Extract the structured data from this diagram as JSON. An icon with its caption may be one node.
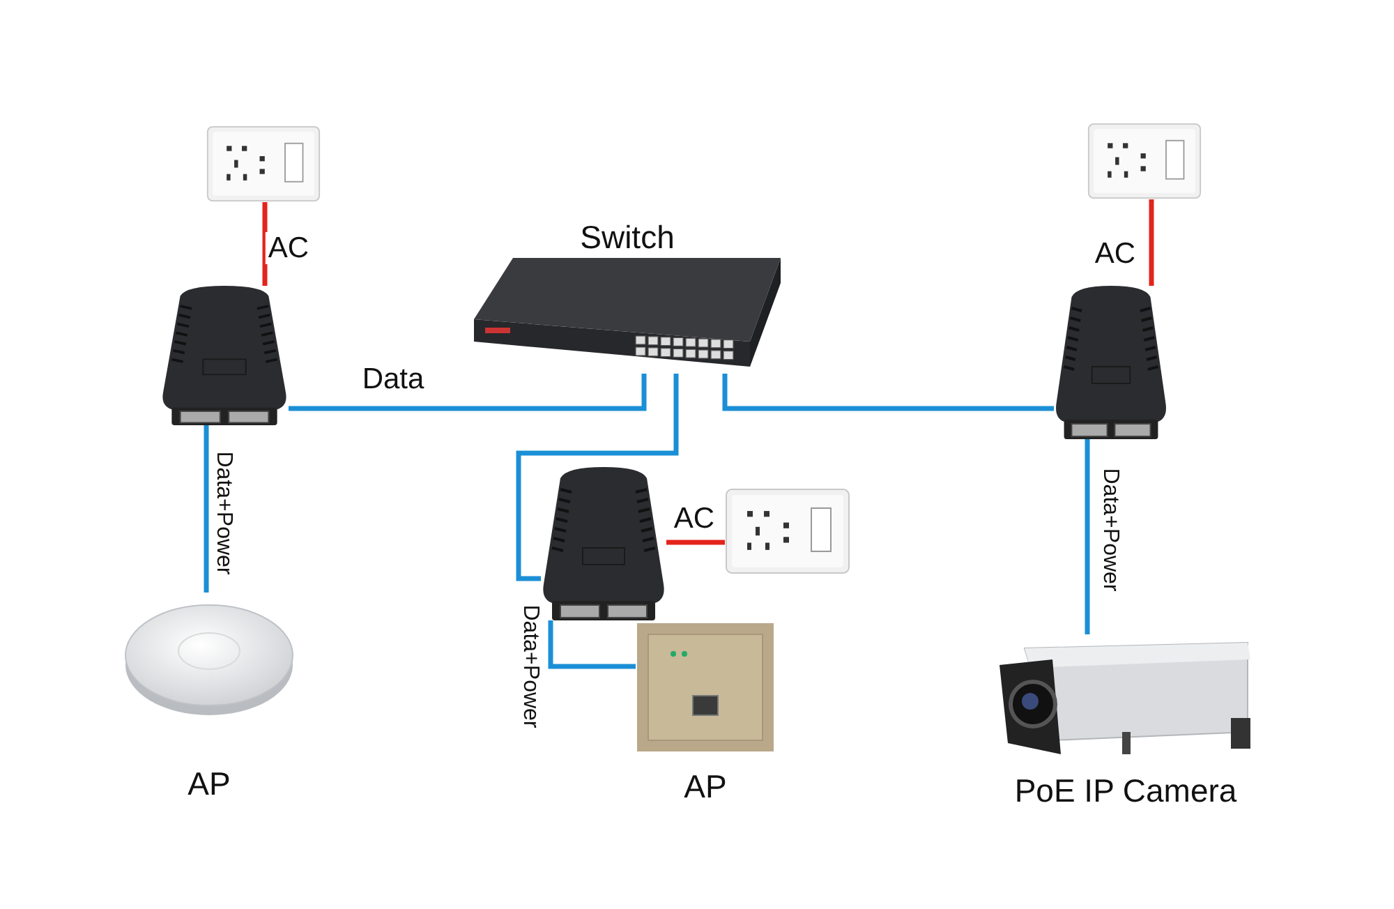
{
  "diagram": {
    "nodes": [
      {
        "text": [
          "Switch"
        ]
      },
      {
        "text": [],
        "shape": "picture"
      },
      {
        "text": [],
        "shape": "picture"
      },
      {
        "text": [
          "AP"
        ]
      },
      {
        "text": [],
        "shape": "picture"
      },
      {
        "text": [],
        "shape": "picture"
      },
      {
        "text": [
          "AP"
        ]
      },
      {
        "text": [],
        "shape": "picture"
      },
      {
        "text": [],
        "shape": "picture"
      },
      {
        "text": [
          "PoE IP Camera"
        ]
      }
    ],
    "edges": [
      {
        "from": 1,
        "to": 2,
        "arrow": "none",
        "label": "AC",
        "color": "#e3241b"
      },
      {
        "from": 2,
        "to": 0,
        "arrow": "none",
        "label": "Data"
      },
      {
        "from": 2,
        "to": 3,
        "arrow": "none",
        "label": "Data+Power"
      },
      {
        "from": 0,
        "to": 4,
        "arrow": "none"
      },
      {
        "from": 5,
        "to": 4,
        "arrow": "none",
        "label": "AC",
        "color": "#e3241b"
      },
      {
        "from": 4,
        "to": 6,
        "arrow": "none",
        "label": "Data+Power"
      },
      {
        "from": 0,
        "to": 8,
        "arrow": "none"
      },
      {
        "from": 7,
        "to": 8,
        "arrow": "none",
        "label": "AC",
        "color": "#e3241b"
      },
      {
        "from": 8,
        "to": 9,
        "arrow": "none",
        "label": "Data+Power"
      }
    ]
  }
}
